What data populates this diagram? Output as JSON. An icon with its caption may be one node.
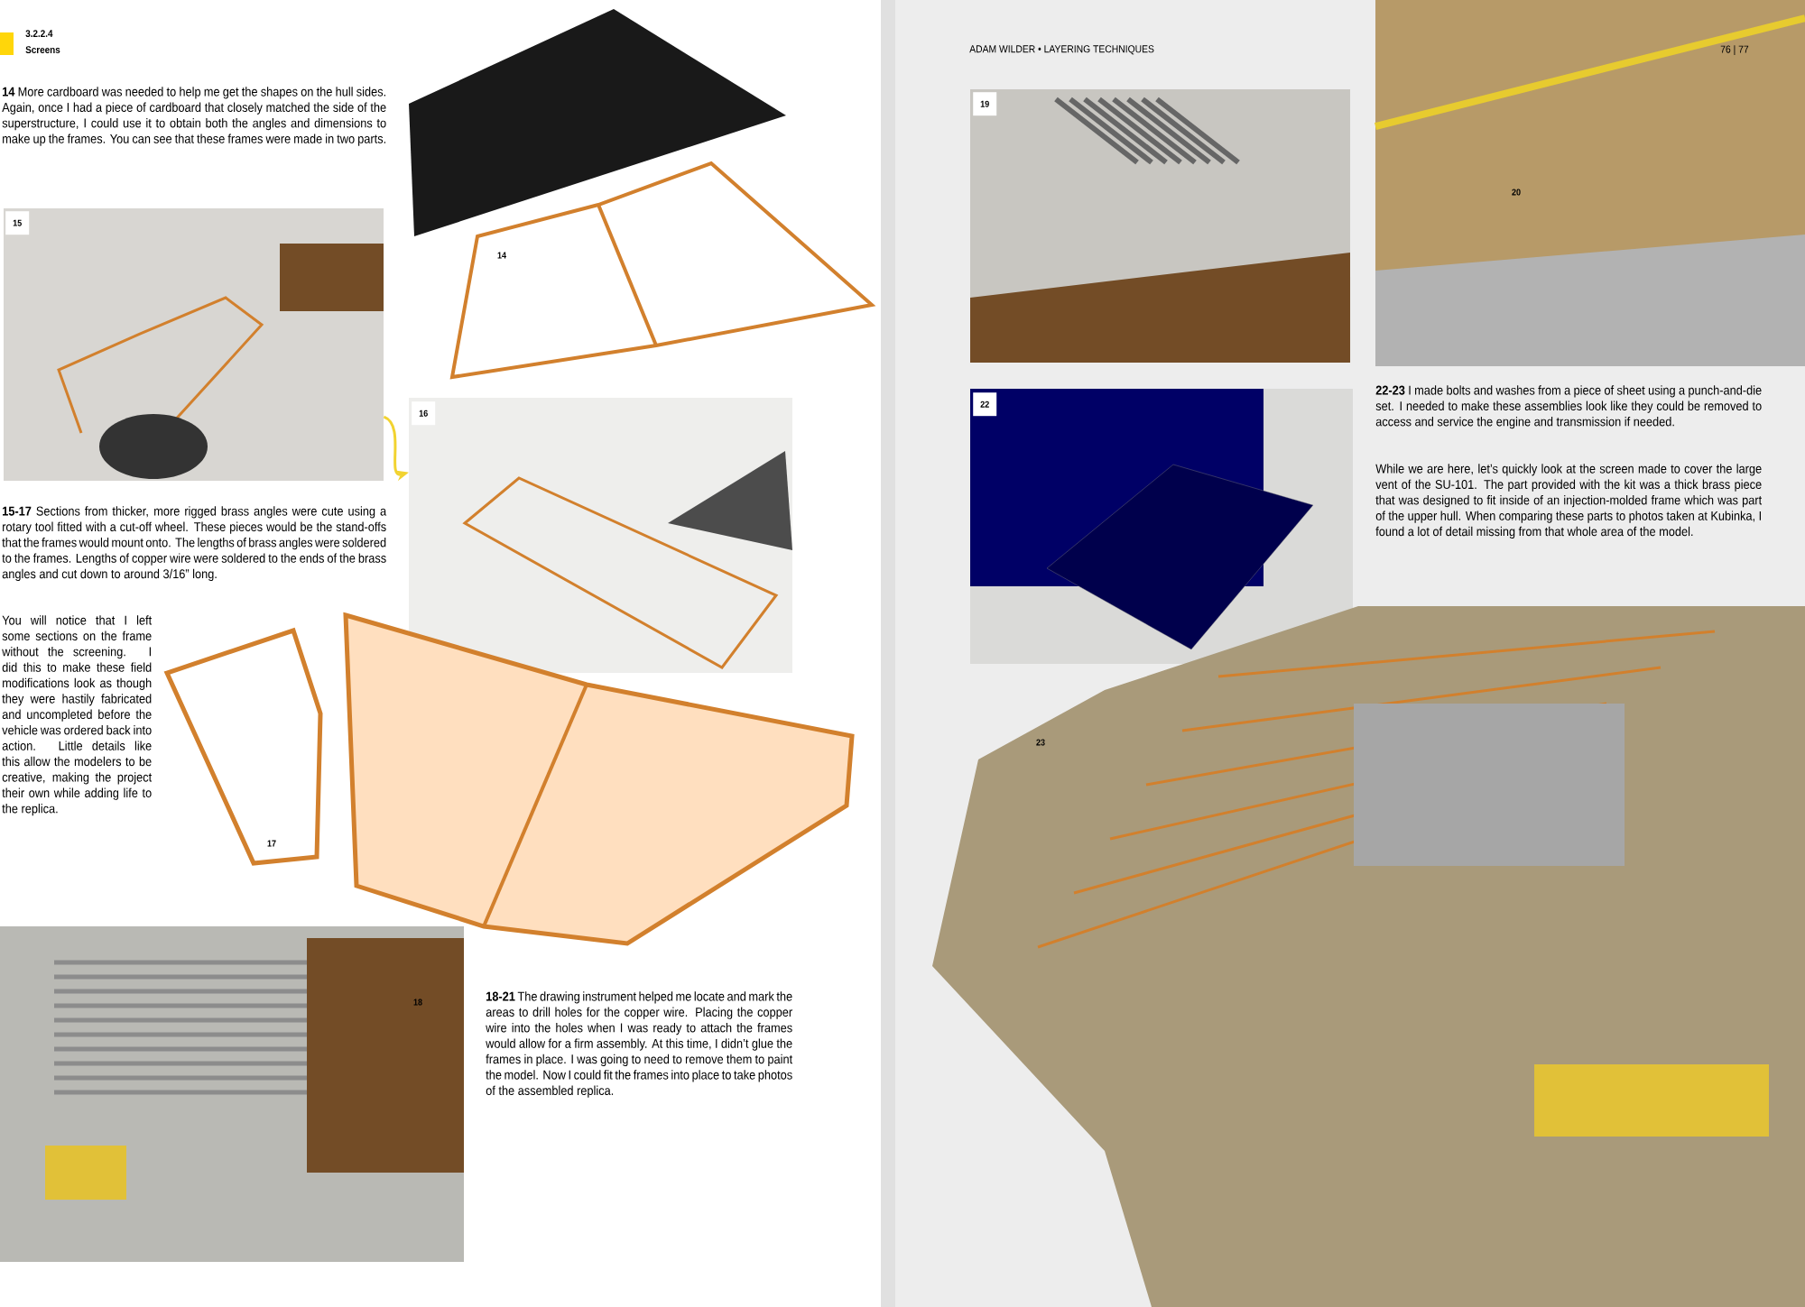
{
  "diagram": {
    "nodes": [
      {
        "text": [
          "14"
        ]
      },
      {
        "text": [
          "15"
        ]
      },
      {
        "text": [
          "16"
        ]
      },
      {
        "text": [
          "17"
        ]
      },
      {
        "text": [
          "18"
        ]
      },
      {
        "text": [
          "19"
        ]
      },
      {
        "text": [
          "20"
        ]
      },
      {
        "text": [
          "22"
        ]
      },
      {
        "text": [
          "23"
        ]
      }
    ],
    "edges": [
      {
        "from": 1,
        "to": 2,
        "arrow": "to"
      }
    ],
    "labels": [
      "3.2.2.4",
      "Screens",
      "**14** More cardboard was needed to help me get the shapes on the hull sides. Again, once I had a piece of cardboard that closely matched the side of the superstructure, I could use it to obtain both the angles and dimensions to make up the frames. You can see that these frames were made in two parts.",
      "**15-17** Sections from thicker, more rigged brass angles were cute using a rotary tool fitted with a cut-off wheel. These pieces would be the stand-offs that the frames would mount onto. The lengths of brass angles were soldered to the frames. Lengths of copper wire were soldered to the ends of the brass angles and cut down to around 3/16” long.",
      "You will notice that I left some sections on the frame without the screening. I did this to make these field modifications look as though they were hastily fabricated and uncompleted before the vehicle was ordered back into action. Little details like this allow the modelers to be creative, making the project their own while adding life to the replica.",
      "**18-21** The drawing instrument helped me locate and mark the areas to drill holes for the copper wire. Placing the copper wire into the holes when I was ready to attach the frames would allow for a firm assembly. At this time, I didn’t glue the frames in place. I was going to need to remove them to paint the model. Now I could fit the frames into place to take photos of the assembled replica.",
      "ADAM WILDER • LAYERING TECHNIQUES",
      "76 | 77",
      "**22-23** I made bolts and washes from a piece of sheet using a punch-and-die set. I needed to make these assemblies look like they could be removed to access and service the engine and transmission if needed.",
      "While we are here, let’s quickly look at the screen made to cover the large vent of the SU-101. The part provided with the kit was a thick brass piece that was designed to fit inside of an injection-molded frame which was part of the upper hull. When comparing these parts to photos taken at Kubinka, I found a lot of detail missing from that whole area of the model."
    ]
  }
}
